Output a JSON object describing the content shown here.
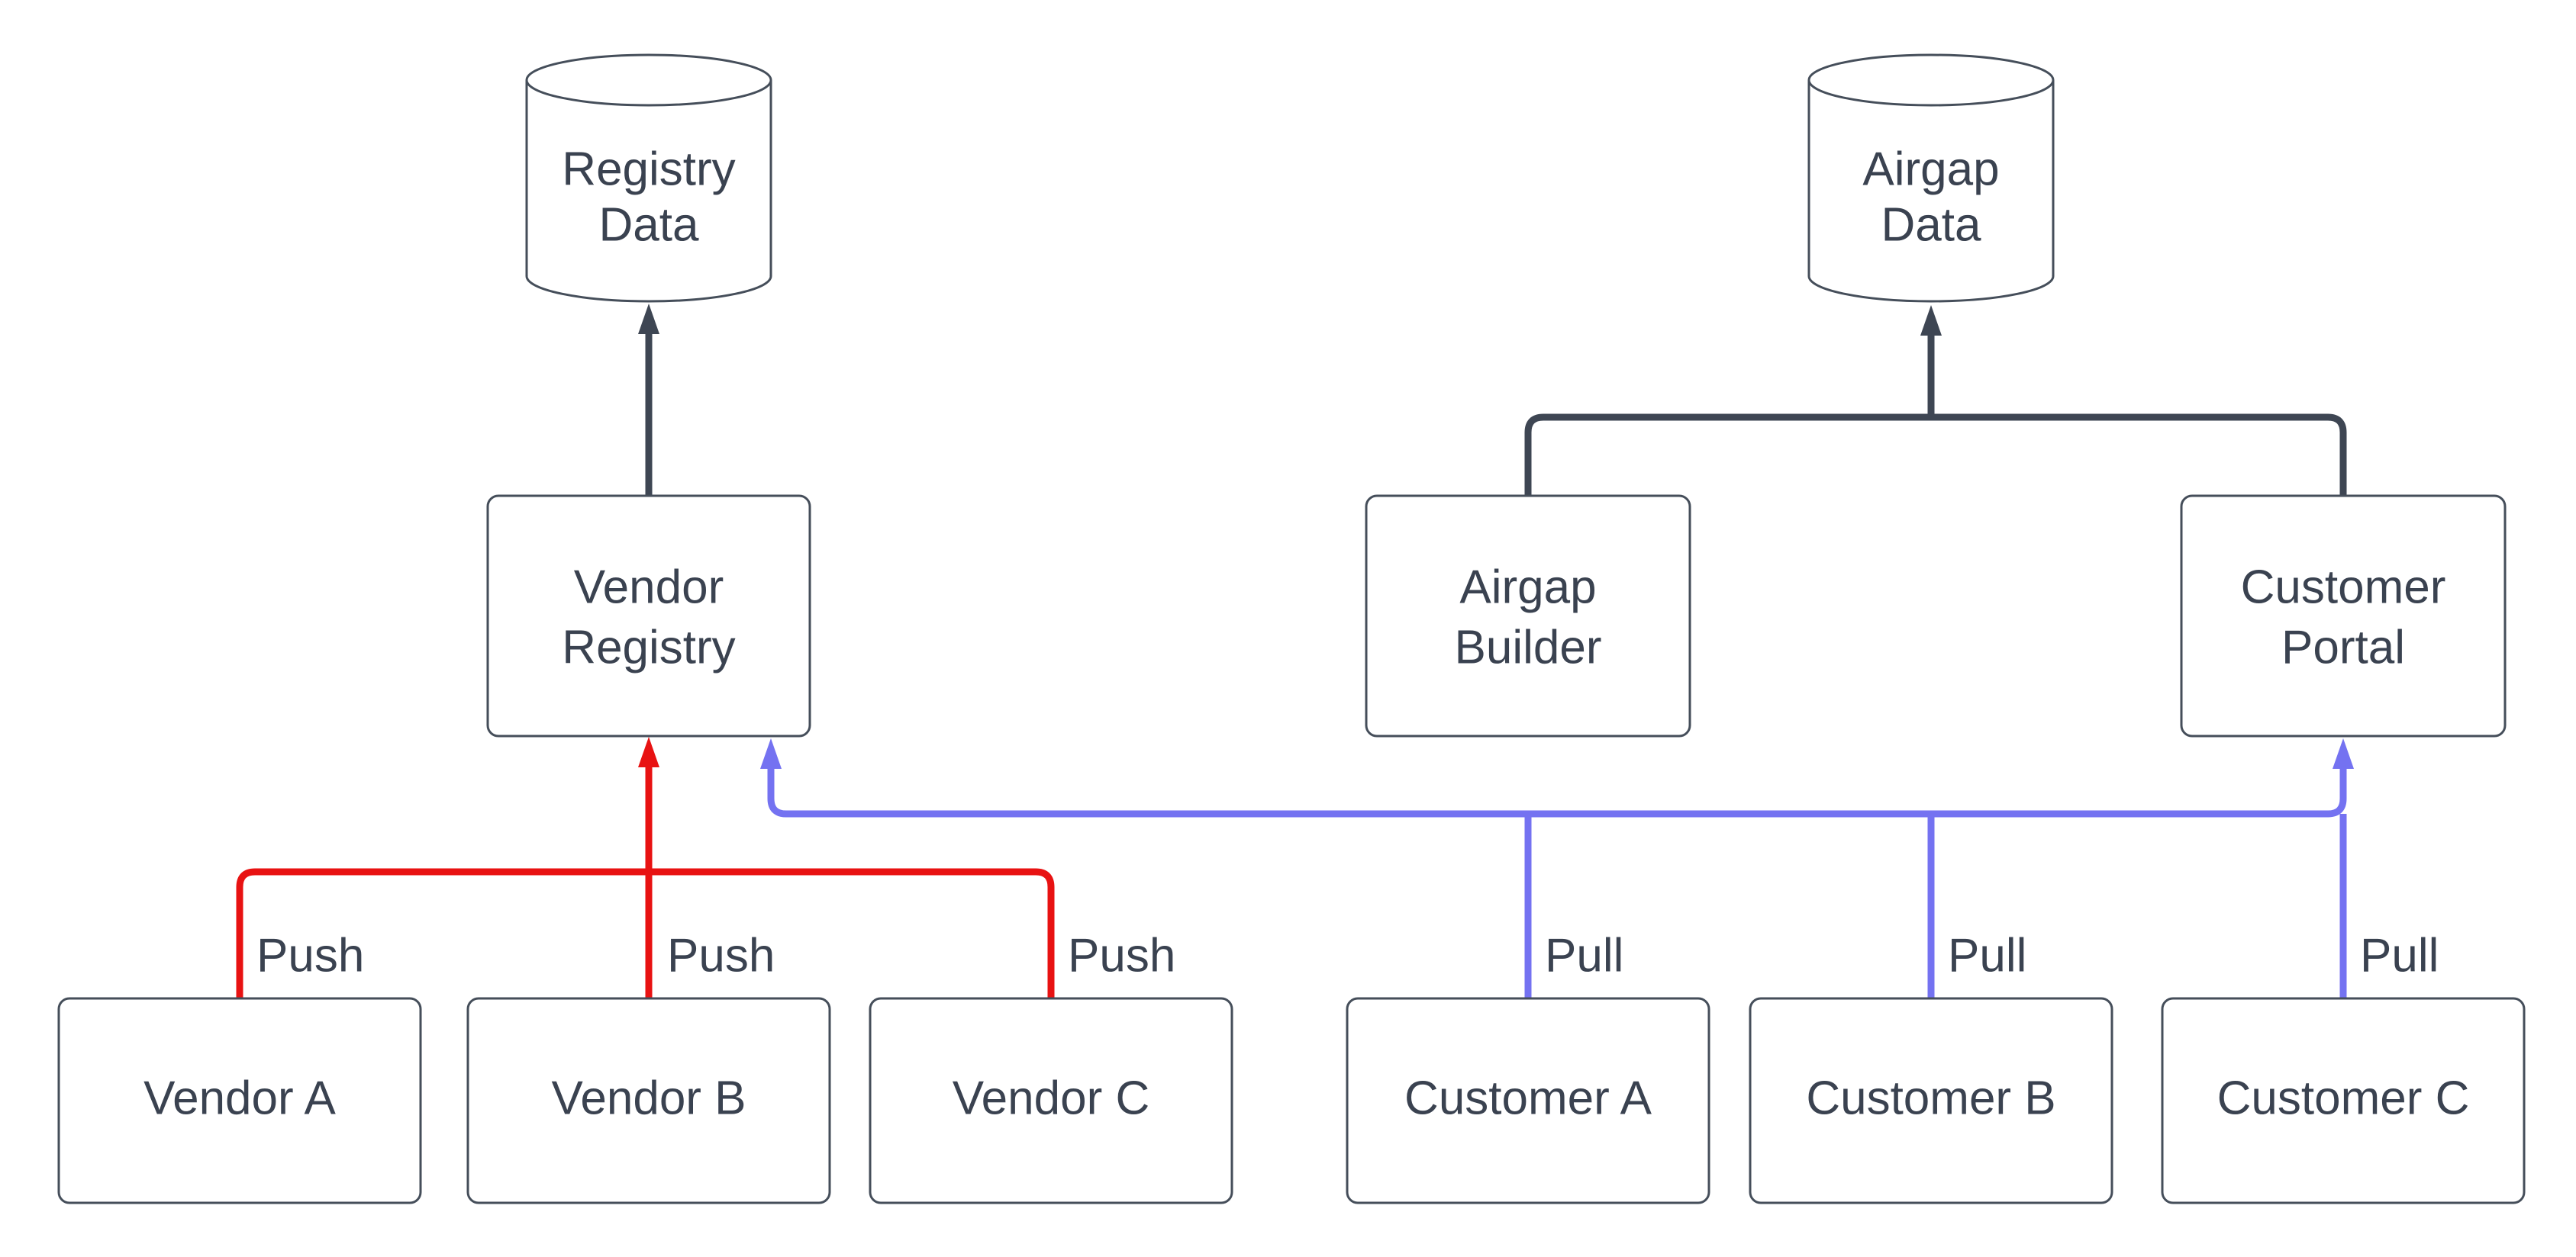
{
  "colors": {
    "background": "#ffffff",
    "box_fill": "#ffffff",
    "box_border": "#454e5a",
    "edge_dark": "#3e4653",
    "edge_red": "#e81212",
    "edge_blue": "#7472f1",
    "label_ink": "#3a4250"
  },
  "nodes": {
    "registry_data": {
      "shape": "cylinder",
      "lines": [
        "Registry",
        "Data"
      ]
    },
    "airgap_data": {
      "shape": "cylinder",
      "lines": [
        "Airgap",
        "Data"
      ]
    },
    "vendor_registry": {
      "shape": "box",
      "lines": [
        "Vendor",
        "Registry"
      ]
    },
    "airgap_builder": {
      "shape": "box",
      "lines": [
        "Airgap",
        "Builder"
      ]
    },
    "customer_portal": {
      "shape": "box",
      "lines": [
        "Customer",
        "Portal"
      ]
    },
    "vendor_a": {
      "shape": "box",
      "label": "Vendor A"
    },
    "vendor_b": {
      "shape": "box",
      "label": "Vendor B"
    },
    "vendor_c": {
      "shape": "box",
      "label": "Vendor C"
    },
    "customer_a": {
      "shape": "box",
      "label": "Customer A"
    },
    "customer_b": {
      "shape": "box",
      "label": "Customer B"
    },
    "customer_c": {
      "shape": "box",
      "label": "Customer C"
    }
  },
  "edge_labels": {
    "push": [
      "Push",
      "Push",
      "Push"
    ],
    "pull": [
      "Pull",
      "Pull",
      "Pull"
    ]
  },
  "connections": [
    {
      "from": "vendor_registry",
      "to": "registry_data",
      "color": "dark",
      "label": ""
    },
    {
      "from": "airgap_builder",
      "to": "airgap_data",
      "color": "dark",
      "label": ""
    },
    {
      "from": "customer_portal",
      "to": "airgap_data",
      "color": "dark",
      "label": ""
    },
    {
      "from": "vendor_a",
      "to": "vendor_registry",
      "color": "red",
      "label": "Push"
    },
    {
      "from": "vendor_b",
      "to": "vendor_registry",
      "color": "red",
      "label": "Push"
    },
    {
      "from": "vendor_c",
      "to": "vendor_registry",
      "color": "red",
      "label": "Push"
    },
    {
      "from": "customer_a",
      "to": "vendor_registry",
      "color": "blue",
      "label": "Pull"
    },
    {
      "from": "customer_b",
      "to": "vendor_registry",
      "color": "blue",
      "label": "Pull"
    },
    {
      "from": "customer_c",
      "to": "vendor_registry",
      "color": "blue",
      "label": "Pull"
    },
    {
      "from": "customer_c",
      "to": "customer_portal",
      "color": "blue",
      "label": "Pull"
    }
  ]
}
